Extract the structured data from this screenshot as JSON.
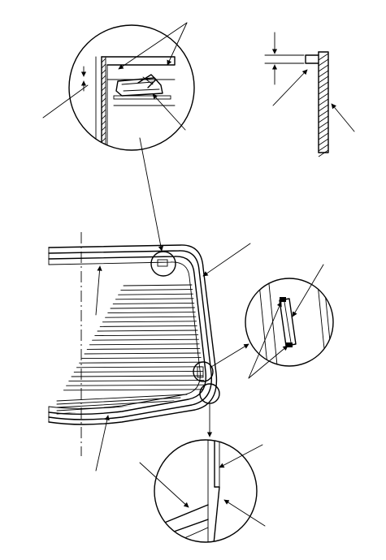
{
  "diagram": {
    "kind": "windshield-installation-line-drawing",
    "colors": {
      "line": "#000000",
      "background": "#ffffff"
    },
    "callouts": [
      "detail-a-circle-top",
      "section-b-top-right",
      "detail-c-circle-right",
      "detail-d-circle-bottom"
    ],
    "labels_printed": []
  }
}
